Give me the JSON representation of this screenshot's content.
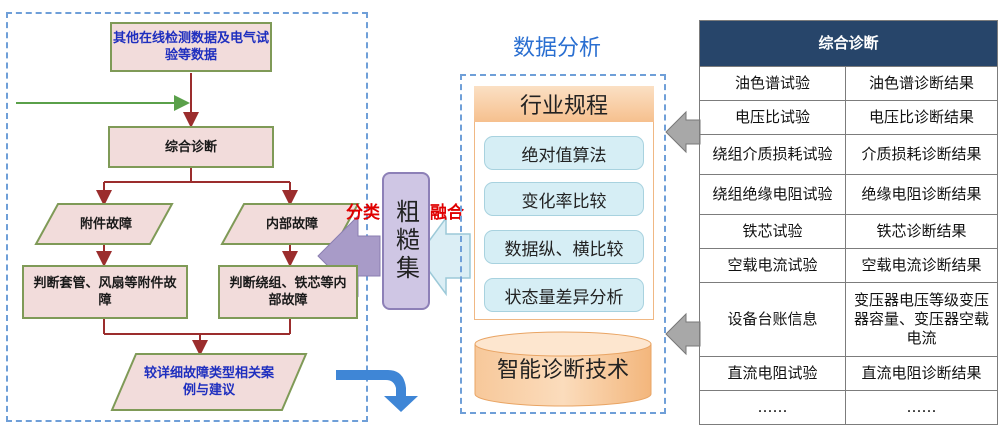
{
  "left_flow": {
    "top_box": "其他在线检测数据及电气试验等数据",
    "comprehensive": "综合诊断",
    "left_fault": "附件故障",
    "right_fault": "内部故障",
    "left_judge": "判断套管、风扇等附件故障",
    "right_judge": "判断绕组、铁芯等内部故障",
    "bottom": "较详细故障类型相关案例与建议"
  },
  "middle": {
    "title": "数据分析",
    "header": "行业规程",
    "methods": [
      "绝对值算法",
      "变化率比较",
      "数据纵、横比较",
      "状态量差异分析"
    ],
    "tech": "智能诊断技术",
    "coarse": "粗糙集",
    "label_classify": "分类",
    "label_fusion": "融合"
  },
  "table": {
    "header": "综合诊断",
    "rows": [
      [
        "油色谱试验",
        "油色谱诊断结果"
      ],
      [
        "电压比试验",
        "电压比诊断结果"
      ],
      [
        "绕组介质损耗试验",
        "介质损耗诊断结果"
      ],
      [
        "绕组绝缘电阻试验",
        "绝缘电阻诊断结果"
      ],
      [
        "铁芯试验",
        "铁芯诊断结果"
      ],
      [
        "空载电流试验",
        "空载电流诊断结果"
      ],
      [
        "设备台账信息",
        "变压器电压等级变压器容量、变压器空载电流"
      ],
      [
        "直流电阻试验",
        "直流电阻诊断结果"
      ],
      [
        "……",
        "……"
      ]
    ]
  },
  "colors": {
    "frame_dash": "#6f9fd8",
    "box_fill": "#f2dcdb",
    "box_border": "#7f9a57",
    "arrow": "#9b2d2d",
    "table_header": "#27456a",
    "red_label": "#e00000"
  }
}
